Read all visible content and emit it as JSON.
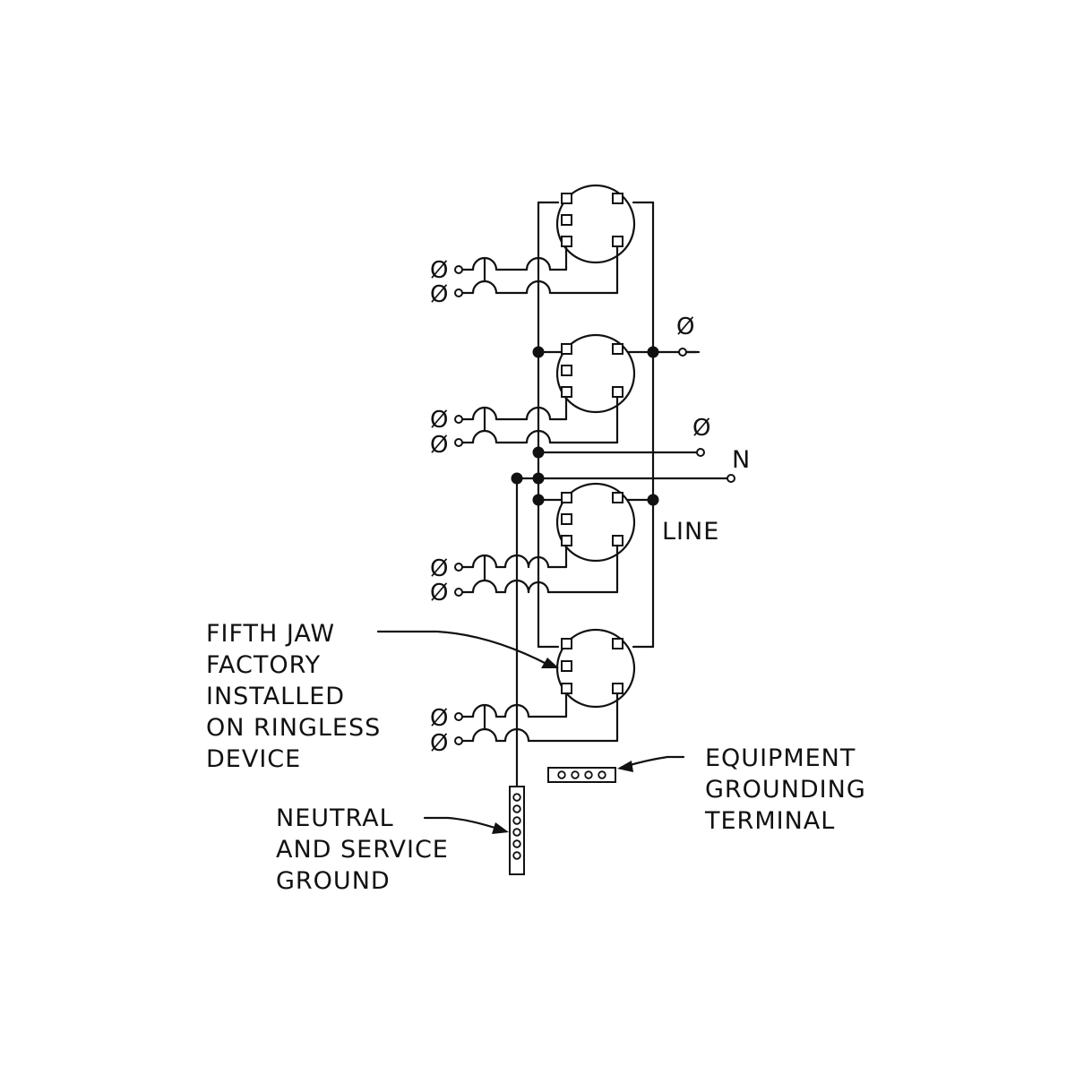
{
  "symbols": {
    "phase": "Ø",
    "neutral": "N"
  },
  "labels": {
    "line": "LINE",
    "fifth_jaw": [
      "FIFTH JAW",
      "FACTORY",
      "INSTALLED",
      "ON RINGLESS",
      "DEVICE"
    ],
    "neutral_ground": [
      "NEUTRAL",
      "AND SERVICE",
      "GROUND"
    ],
    "equipment_ground": [
      "EQUIPMENT",
      "GROUNDING",
      "TERMINAL"
    ]
  },
  "colors": {
    "ink": "#111111",
    "background": "#ffffff"
  }
}
